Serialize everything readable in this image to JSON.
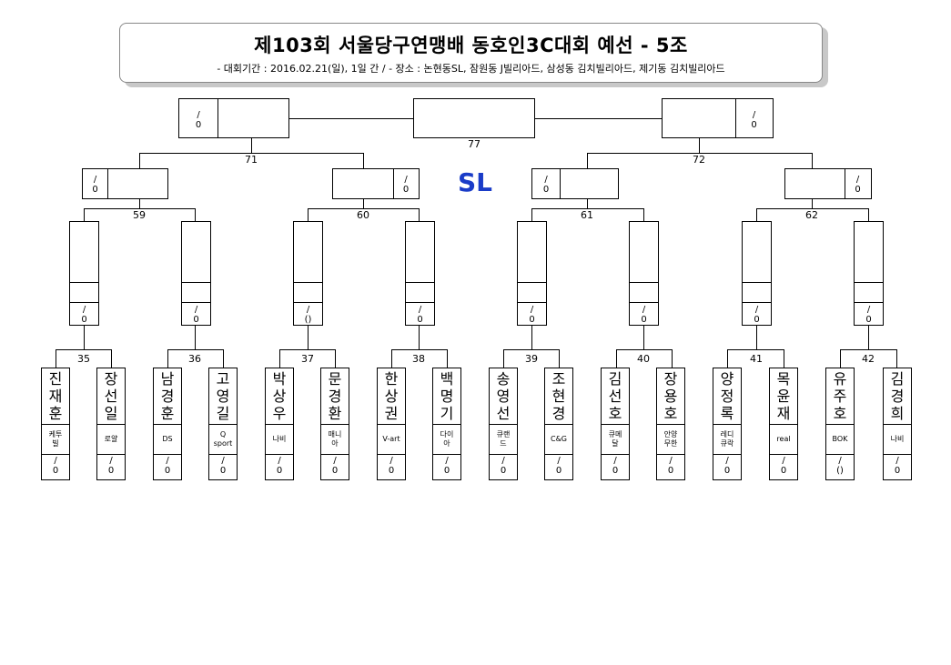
{
  "header": {
    "title": "제103회 서울당구연맹배 동호인3C대회 예선 - 5조",
    "subtitle": "- 대회기간 : 2016.02.21(일), 1일 간 / - 장소 : 논현동SL, 잠원동 J빌리아드, 삼성동 김치빌리아드, 제기동 김치빌리아드"
  },
  "venue_mark": "SL",
  "score_placeholder": "/\n0",
  "score_placeholder_alt": "/\n()",
  "matches": {
    "m35": "35",
    "m36": "36",
    "m37": "37",
    "m38": "38",
    "m39": "39",
    "m40": "40",
    "m41": "41",
    "m42": "42",
    "m59": "59",
    "m60": "60",
    "m61": "61",
    "m62": "62",
    "m71": "71",
    "m72": "72",
    "m77": "77"
  },
  "players": [
    {
      "name": "진\n재\n훈",
      "club": "케투\n빌",
      "score": "/\n0"
    },
    {
      "name": "장\n선\n일",
      "club": "로얄",
      "score": "/\n0"
    },
    {
      "name": "남\n경\n훈",
      "club": "DS",
      "score": "/\n0"
    },
    {
      "name": "고\n영\n길",
      "club": "Q\nsport",
      "score": "/\n0"
    },
    {
      "name": "박\n상\n우",
      "club": "나비",
      "score": "/\n0"
    },
    {
      "name": "문\n경\n환",
      "club": "매니\n아",
      "score": "/\n0"
    },
    {
      "name": "한\n상\n권",
      "club": "V-art",
      "score": "/\n0"
    },
    {
      "name": "백\n명\n기",
      "club": "다이\n아",
      "score": "/\n0"
    },
    {
      "name": "송\n영\n선",
      "club": "큐랜\n드",
      "score": "/\n0"
    },
    {
      "name": "조\n현\n경",
      "club": "C&G",
      "score": "/\n0"
    },
    {
      "name": "김\n선\n호",
      "club": "큐메\n달",
      "score": "/\n0"
    },
    {
      "name": "장\n용\n호",
      "club": "안양\n무한",
      "score": "/\n0"
    },
    {
      "name": "양\n정\n록",
      "club": "레디\n큐락",
      "score": "/\n0"
    },
    {
      "name": "목\n윤\n재",
      "club": "real",
      "score": "/\n0"
    },
    {
      "name": "유\n주\n호",
      "club": "BOK",
      "score": "/\n()"
    },
    {
      "name": "김\n경\n희",
      "club": "나비",
      "score": "/\n0"
    }
  ]
}
